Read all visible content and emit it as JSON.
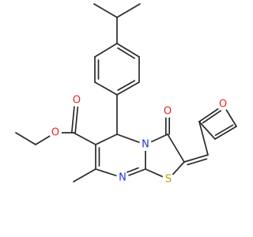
{
  "molecule": {
    "atoms": {
      "o_ester_carbonyl": {
        "symbol": "O",
        "color": "#e8252a"
      },
      "o_ester_ether": {
        "symbol": "O",
        "color": "#e8252a"
      },
      "o_ketone": {
        "symbol": "O",
        "color": "#e8252a"
      },
      "o_furan": {
        "symbol": "O",
        "color": "#e8252a"
      },
      "n_ring": {
        "symbol": "N",
        "color": "#2233dd"
      },
      "n_imine": {
        "symbol": "N",
        "color": "#2233dd"
      },
      "s_ring": {
        "symbol": "S",
        "color": "#b8a100"
      }
    },
    "bond_color": "#2a2a2a"
  }
}
